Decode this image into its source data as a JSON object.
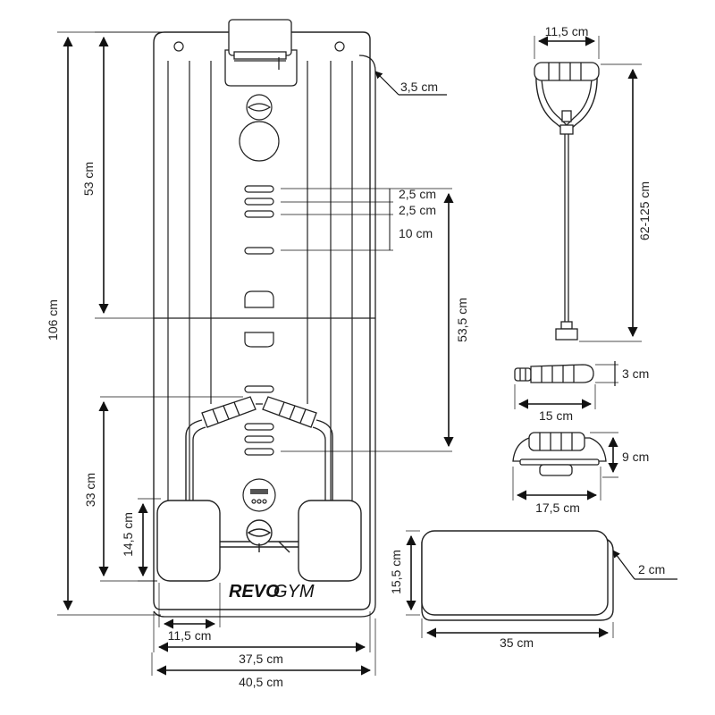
{
  "brand": {
    "part1": "REVO",
    "part2": "GYM"
  },
  "dimensions": {
    "board_length": "106 cm",
    "upper_half": "53 cm",
    "lower_section": "33 cm",
    "pad_height": "14,5 cm",
    "pad_width": "11,5 cm",
    "board_inner_width": "37,5 cm",
    "board_outer_width": "40,5 cm",
    "board_edge_height": "3,5 cm",
    "slot_gap_1": "2,5 cm",
    "slot_gap_2": "2,5 cm",
    "slot_gap_3": "10 cm",
    "slot_range": "53,5 cm",
    "bar_handle_width": "11,5 cm",
    "bar_length": "62-125 cm",
    "handle_length": "15 cm",
    "handle_diameter": "3 cm",
    "pushup_width": "17,5 cm",
    "pushup_height": "9 cm",
    "cushion_width": "35 cm",
    "cushion_height": "15,5 cm",
    "cushion_thickness": "2 cm"
  }
}
